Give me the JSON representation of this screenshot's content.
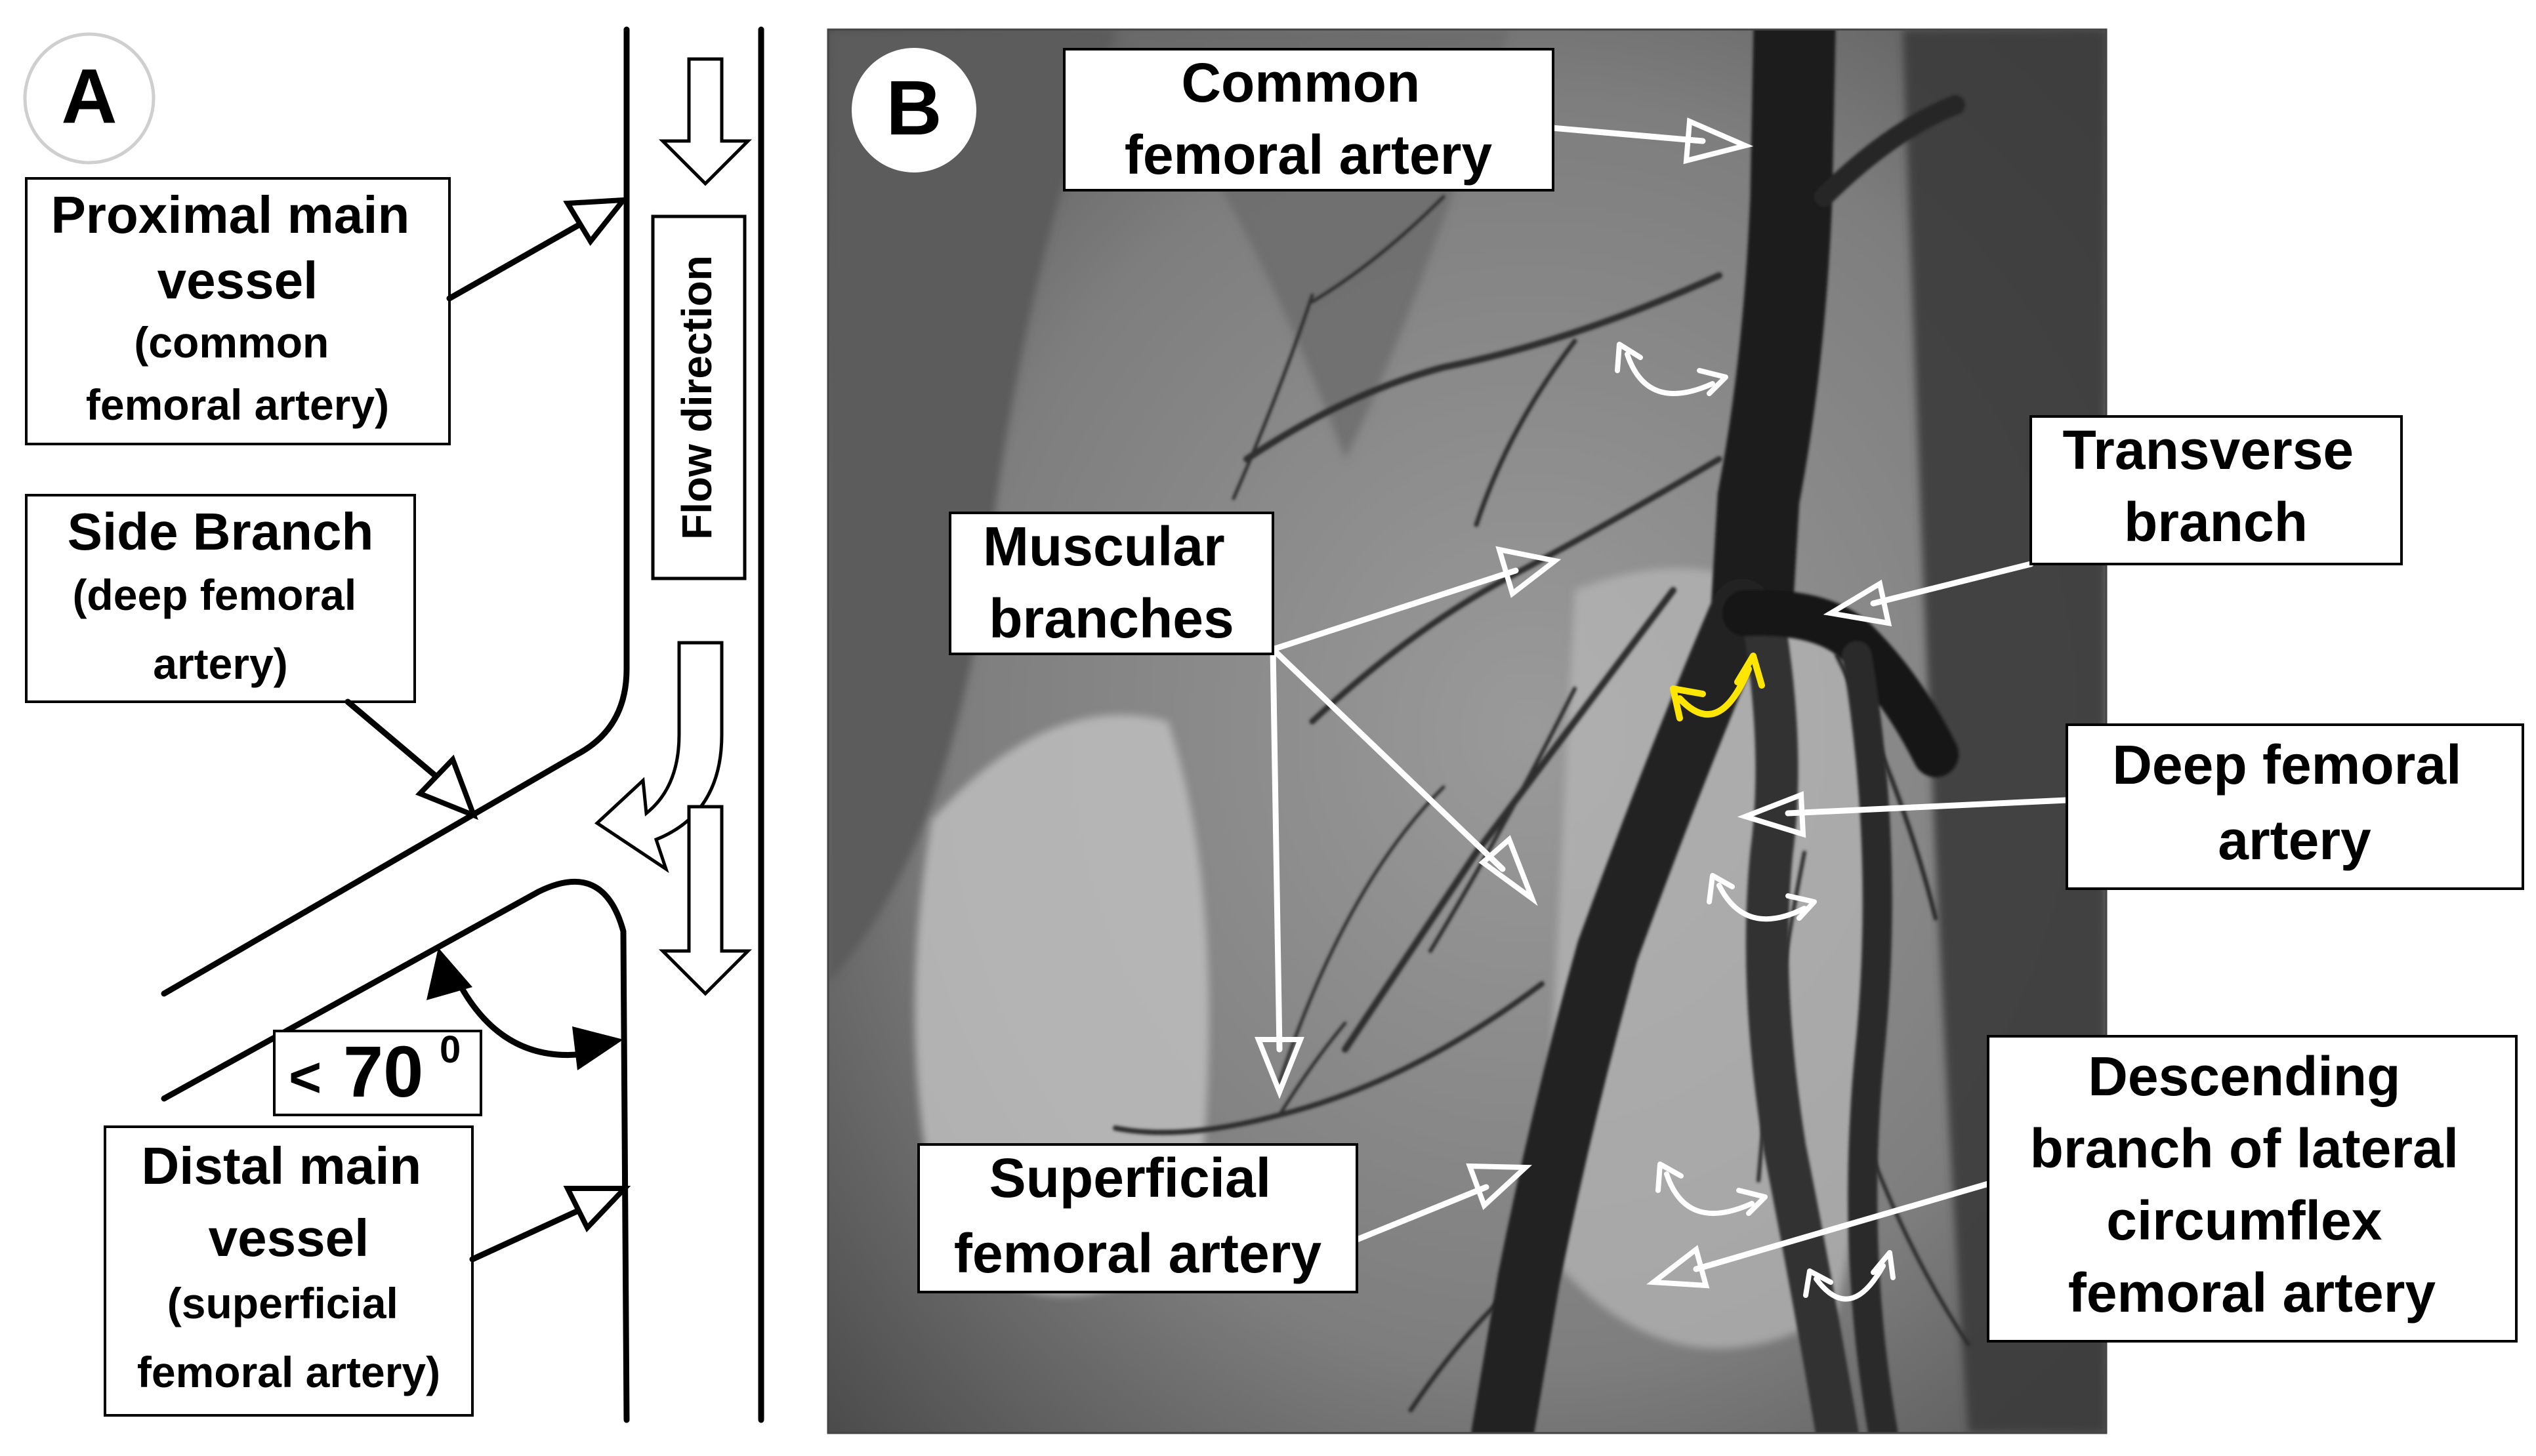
{
  "panel_a": {
    "letter": "A",
    "proximal": {
      "title_lines": [
        "Proximal main",
        "vessel"
      ],
      "sub_lines": [
        "(common",
        "femoral artery)"
      ]
    },
    "side": {
      "title_lines": [
        "Side Branch"
      ],
      "sub_lines": [
        "(deep femoral",
        "artery)"
      ]
    },
    "distal": {
      "title_lines": [
        "Distal main",
        "vessel"
      ],
      "sub_lines": [
        "(superficial",
        "femoral artery)"
      ]
    },
    "flow_label": "Flow direction",
    "angle": {
      "prefix": "<",
      "value": "70",
      "unit": "0"
    }
  },
  "panel_b": {
    "letter": "B",
    "labels": {
      "common": [
        "Common",
        "femoral artery"
      ],
      "transverse": [
        "Transverse",
        "branch"
      ],
      "muscular": [
        "Muscular",
        "branches"
      ],
      "deep": [
        "Deep femoral",
        "artery"
      ],
      "superficial": [
        "Superficial",
        "femoral artery"
      ],
      "descending": [
        "Descending",
        "branch of lateral",
        "circumflex",
        "femoral artery"
      ]
    }
  },
  "colors": {
    "angiogram_background": "#8a8a8a",
    "vessel": "#1c1c1c",
    "highlight_arrow": "#ffe600"
  }
}
